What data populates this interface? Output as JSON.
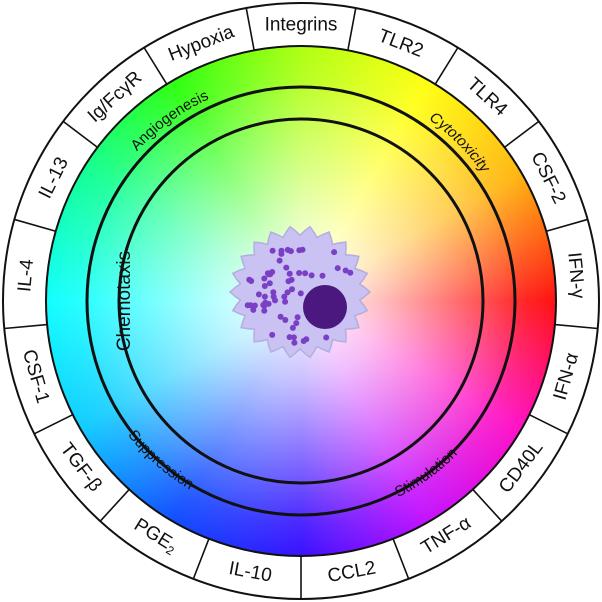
{
  "ring_segments": [
    {
      "label": "Integrins"
    },
    {
      "label": "TLR2"
    },
    {
      "label": "TLR4"
    },
    {
      "label": "CSF-2"
    },
    {
      "label": "IFN-γ"
    },
    {
      "label": "IFN-α"
    },
    {
      "label": "CD40L"
    },
    {
      "label": "TNF-α"
    },
    {
      "label": "CCL2"
    },
    {
      "label": "IL-10"
    },
    {
      "label": "PGE",
      "sub": "2"
    },
    {
      "label": "TGF-β"
    },
    {
      "label": "CSF-1"
    },
    {
      "label": "IL-4"
    },
    {
      "label": "IL-13"
    },
    {
      "label": "Ig/FcγR"
    },
    {
      "label": "Hypoxia"
    }
  ],
  "function_labels": {
    "angiogenesis": "Angiogenesis",
    "cytotoxicity": "Cytotoxicity",
    "chemotaxis": "Chemotaxis",
    "suppression": "Suppression",
    "stimulation": "Stimulation"
  },
  "colors": {
    "ring_stroke": "#111111",
    "cell_body": "#c9c2f2",
    "cell_outline": "#b3aee0",
    "granule": "#7a3fc4",
    "nucleus": "#4b1880"
  }
}
